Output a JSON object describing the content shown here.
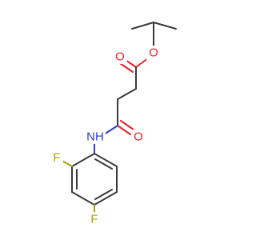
{
  "colors": {
    "carbon": "#3a3a3a",
    "oxygen": "#e8202a",
    "nitrogen": "#2c3ad0",
    "fluorine": "#a8a000",
    "background": "#ffffff"
  },
  "atoms": {
    "ester_o_single": "O",
    "ester_o_double": "O",
    "amide_o": "O",
    "amide_nh": "NH",
    "f_ortho": "F",
    "f_para": "F"
  }
}
